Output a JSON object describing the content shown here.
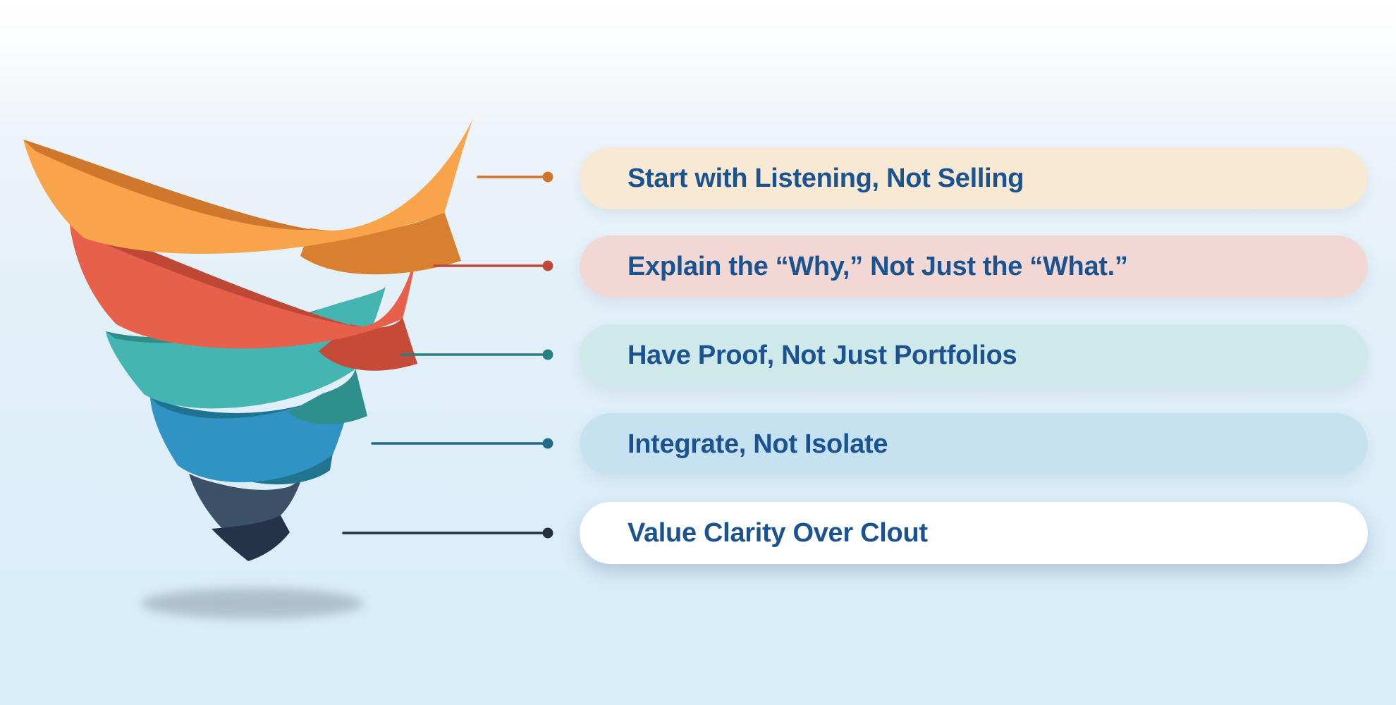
{
  "background": {
    "top_color": "#FFFFFF",
    "bottom_color": "#D7EDFA"
  },
  "text_color": "#1A5390",
  "funnel": {
    "shadow_color": "rgba(115,132,148,0.42)",
    "levels": 5
  },
  "rows": [
    {
      "label": "Start with Listening, Not Selling",
      "pill_bg": "#F7E9D3",
      "line_color": "#D2732B",
      "band_color": "#F7A44B",
      "band_dark": "#CE782E",
      "band_tail": "#D8802F"
    },
    {
      "label": "Explain the “Why,” Not Just the “What.”",
      "pill_bg": "#F2D8D5",
      "line_color": "#BE4836",
      "band_color": "#E6604B",
      "band_dark": "#BF4735",
      "band_tail": "#C54A38"
    },
    {
      "label": "Have Proof, Not Just Portfolios",
      "pill_bg": "#CFE8EA",
      "line_color": "#26807D",
      "band_color": "#45B5B1",
      "band_dark": "#2E8C89",
      "band_tail": "#2F8F8C"
    },
    {
      "label": "Integrate, Not Isolate",
      "pill_bg": "#C6E2F0",
      "line_color": "#1E6C88",
      "band_color": "#2F93C3",
      "band_dark": "#1F7390",
      "band_tail": "#20748F"
    },
    {
      "label": "Value Clarity Over Clout",
      "pill_bg": "#FFFFFF",
      "line_color": "#24313D",
      "band_color": "#3C5168",
      "band_dark": "#26374B",
      "band_tail": "#243349"
    }
  ]
}
